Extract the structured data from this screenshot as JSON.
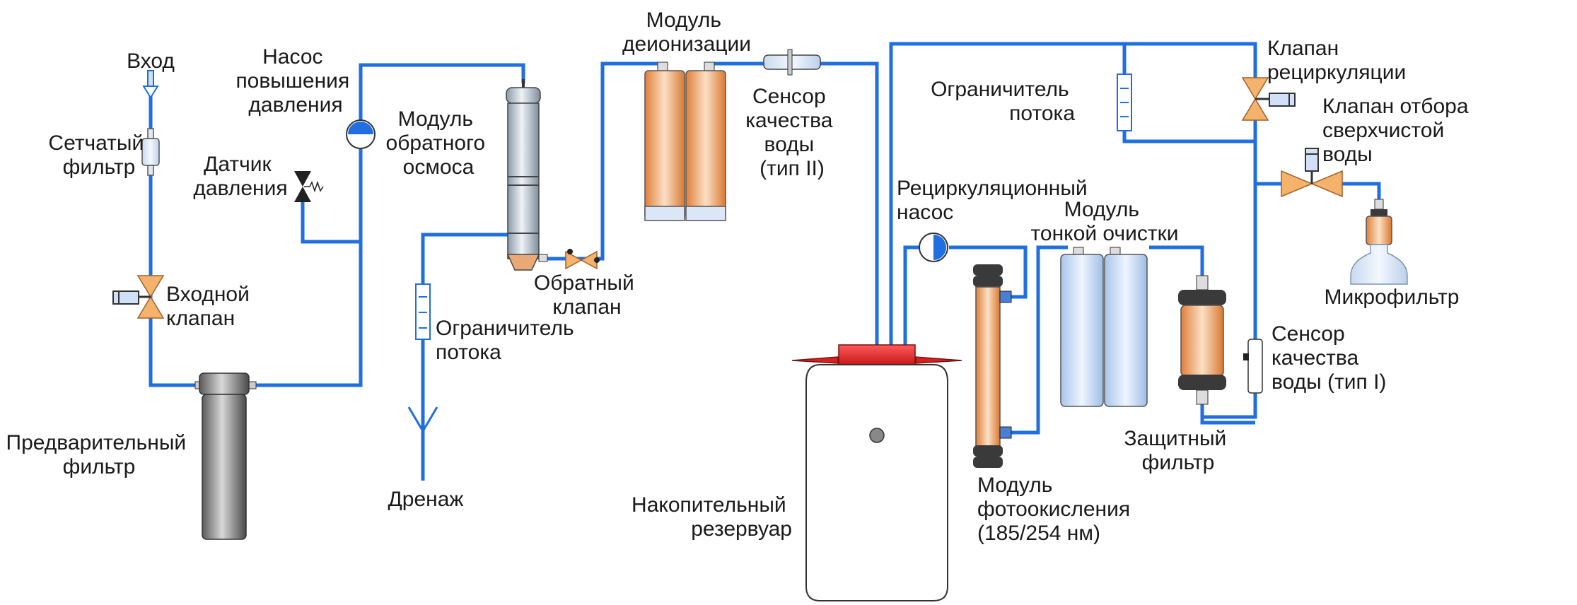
{
  "labels": {
    "inlet": "Вход",
    "mesh_filter": [
      "Сетчатый",
      "фильтр"
    ],
    "booster_pump": [
      "Насос",
      "повышения",
      "давления"
    ],
    "pressure_sensor": [
      "Датчик",
      "давления"
    ],
    "inlet_valve": [
      "Входной",
      "клапан"
    ],
    "prefilter": [
      "Предварительный",
      "фильтр"
    ],
    "ro_module": [
      "Модуль",
      "обратного",
      "осмоса"
    ],
    "check_valve": [
      "Обратный",
      "клапан"
    ],
    "flow_limiter_1": [
      "Ограничитель",
      "потока"
    ],
    "drain": "Дренаж",
    "deion_module": [
      "Модуль",
      "деионизации"
    ],
    "sensor_type2": [
      "Сенсор",
      "качества",
      "воды",
      "(тип II)"
    ],
    "tank": [
      "Накопительный",
      "резервуар"
    ],
    "recirc_pump": [
      "Рециркуляционный",
      "насос"
    ],
    "photo_module": [
      "Модуль",
      "фотоокисления",
      "(185/254 нм)"
    ],
    "polish_module": [
      "Модуль",
      "тонкой очистки"
    ],
    "flow_limiter_2": [
      "Ограничитель",
      "потока"
    ],
    "recirc_valve": [
      "Клапан",
      "рециркуляции"
    ],
    "dispense_valve": [
      "Клапан отбора",
      "сверхчистой",
      "воды"
    ],
    "microfilter": "Микрофильтр",
    "sensor_type1": [
      "Сенсор",
      "качества",
      "воды (тип I)"
    ],
    "guard_filter": [
      "Защитный",
      "фильтр"
    ]
  },
  "colors": {
    "pipe": "#1f6fe0",
    "tank_cap": "#e02020",
    "orange_cartridge": "#f0a060",
    "blue_cartridge": "#c8dcf5",
    "grey_housing": "#8a8a8a"
  }
}
